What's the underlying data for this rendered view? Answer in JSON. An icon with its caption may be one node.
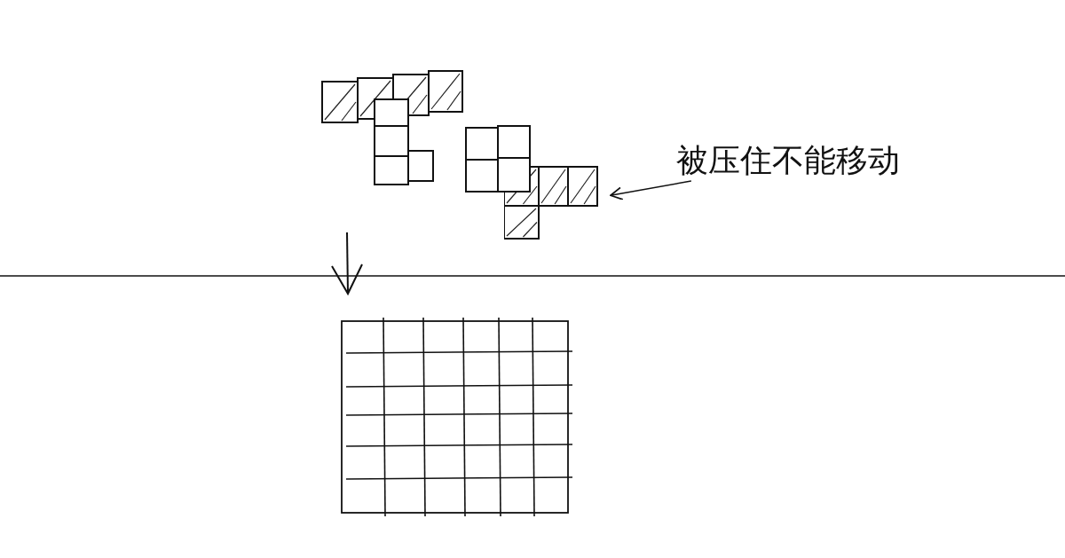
{
  "diagram": {
    "nodes": [
      {
        "text": [
          "被压住不能移动"
        ]
      },
      {
        "text": [],
        "shape": "picture"
      }
    ],
    "edges": [
      {
        "from": 0,
        "to": 1,
        "arrow": "to"
      }
    ]
  }
}
